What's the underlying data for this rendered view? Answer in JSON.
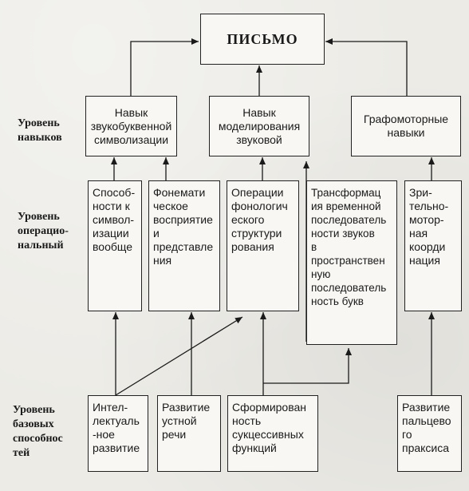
{
  "title": "ПИСЬМО",
  "levels": {
    "skills": "Уровень\nнавыков",
    "operational": "Уровень\nоперацио-\nнальный",
    "basic": "Уровень\nбазовых\nспособнос\nтей"
  },
  "skills": {
    "sound_letter": "Навык\nзвукобуквенной\nсимволизации",
    "sound_modeling": "Навык\nмоделирования\nзвуковой",
    "graphomotor": "Графомоторные\nнавыки"
  },
  "operations": {
    "symbolization": "Способ-\nности к\nсимвол-\nизации\nвообще",
    "phonematic": "Фонемати\nческое\nвосприятие\nи\nпредставле\nния",
    "phonological": "Операции\nфонологич\nеского\nструктури\nрования",
    "transformation": "Трансформац\nия временной\nпоследователь\nности звуков\nв\nпространствен\nную\nпоследователь\nность букв",
    "visual_motor": "Зри-\nтельно-\nмотор-\nная\nкоорди\nнация"
  },
  "basics": {
    "intellectual": "Интел-\nлектуаль\n-ное\nразвитие",
    "oral_speech": "Развитие\nустной\nречи",
    "successive": "Сформирован\nность\nсукцессивных\nфункций",
    "finger_praxis": "Развитие\nпальцево\nго\nпраксиса"
  },
  "colors": {
    "ink": "#1a1a1a",
    "paper": "#ecebe6",
    "box": "#f8f7f3"
  }
}
